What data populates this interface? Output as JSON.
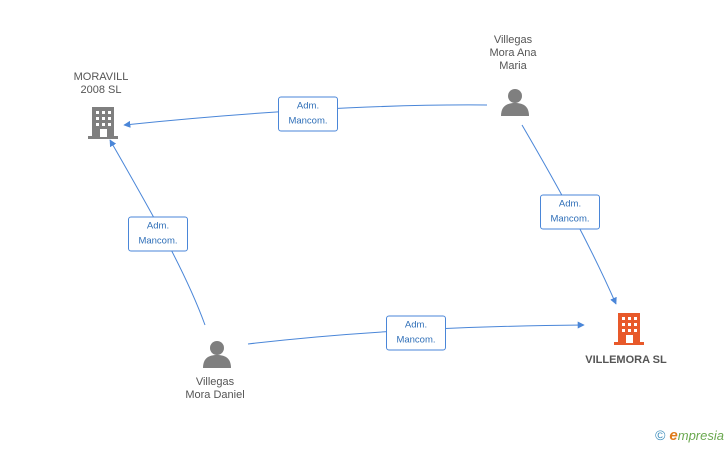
{
  "colors": {
    "edge": "#4a86d8",
    "company": "#7f7f7f",
    "company_highlight": "#e8592a",
    "person": "#7f7f7f"
  },
  "nodes": {
    "moravill": {
      "lines": [
        "MORAVILL",
        "2008 SL"
      ],
      "icon": "building-icon"
    },
    "villegas_ana": {
      "lines": [
        "Villegas",
        "Mora Ana",
        "Maria"
      ],
      "icon": "person-icon"
    },
    "villegas_daniel": {
      "lines": [
        "Villegas",
        "Mora Daniel"
      ],
      "icon": "person-icon"
    },
    "villemora": {
      "lines": [
        "VILLEMORA SL"
      ],
      "icon": "building-icon"
    }
  },
  "edges": [
    {
      "from": "villegas_ana",
      "to": "moravill",
      "label": [
        "Adm.",
        "Mancom."
      ]
    },
    {
      "from": "villegas_ana",
      "to": "villemora",
      "label": [
        "Adm.",
        "Mancom."
      ]
    },
    {
      "from": "villegas_daniel",
      "to": "moravill",
      "label": [
        "Adm.",
        "Mancom."
      ]
    },
    {
      "from": "villegas_daniel",
      "to": "villemora",
      "label": [
        "Adm.",
        "Mancom."
      ]
    }
  ],
  "footer": {
    "copyright": "©",
    "brand_e": "e",
    "brand_rest": "mpresia"
  }
}
